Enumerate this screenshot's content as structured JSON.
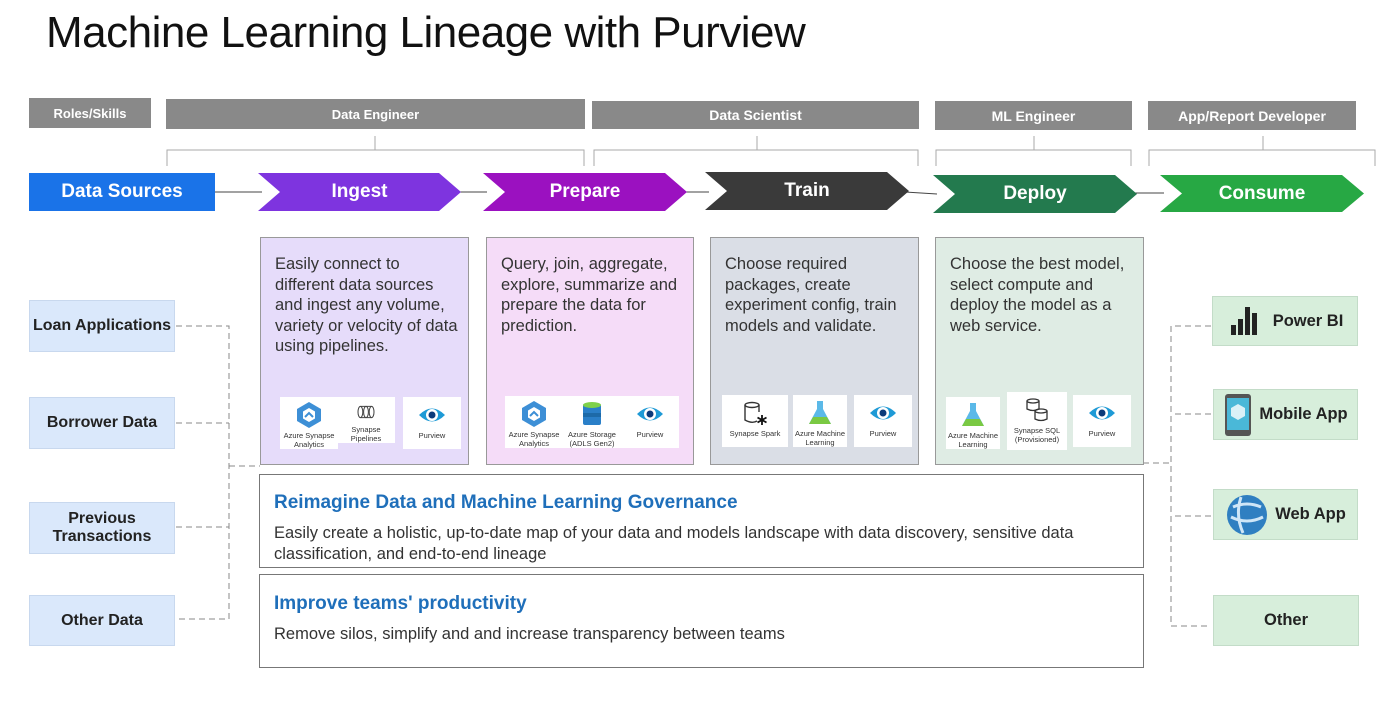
{
  "title": "Machine Learning Lineage with Purview",
  "roles": {
    "label": "Roles/Skills",
    "data_engineer": "Data Engineer",
    "data_scientist": "Data Scientist",
    "ml_engineer": "ML Engineer",
    "app_developer": "App/Report Developer"
  },
  "stages": {
    "sources": "Data Sources",
    "ingest": "Ingest",
    "prepare": "Prepare",
    "train": "Train",
    "deploy": "Deploy",
    "consume": "Consume"
  },
  "colors": {
    "sources": "#1a73e8",
    "ingest": "#7e34df",
    "prepare": "#9b11c0",
    "train": "#3a3a3a",
    "deploy": "#237a4e",
    "consume": "#27a844",
    "ingest_panel": "#e6dcfa",
    "prepare_panel": "#f5dcf8",
    "train_panel": "#dadee6",
    "deploy_panel": "#dfece4",
    "governance_title": "#1f6fba"
  },
  "panels": {
    "ingest": {
      "text": "Easily connect to different data sources and ingest any volume, variety or velocity of data using pipelines.",
      "tiles": [
        {
          "icon": "synapse-icon",
          "caption": "Azure Synapse Analytics"
        },
        {
          "icon": "pipelines-icon",
          "caption": "Synapse Pipelines"
        },
        {
          "icon": "purview-icon",
          "caption": "Purview"
        }
      ]
    },
    "prepare": {
      "text": "Query, join, aggregate, explore, summarize and prepare the data for prediction.",
      "tiles": [
        {
          "icon": "synapse-icon",
          "caption": "Azure Synapse Analytics"
        },
        {
          "icon": "storage-icon",
          "caption": "Azure Storage (ADLS Gen2)"
        },
        {
          "icon": "purview-icon",
          "caption": "Purview"
        }
      ]
    },
    "train": {
      "text": "Choose required packages, create experiment config, train models and validate.",
      "tiles": [
        {
          "icon": "spark-icon",
          "caption": "Synapse Spark"
        },
        {
          "icon": "aml-icon",
          "caption": "Azure Machine Learning"
        },
        {
          "icon": "purview-icon",
          "caption": "Purview"
        }
      ]
    },
    "deploy": {
      "text": "Choose the best model, select compute and deploy the model as a web service.",
      "tiles": [
        {
          "icon": "aml-icon",
          "caption": "Azure Machine Learning"
        },
        {
          "icon": "sql-icon",
          "caption": "Synapse SQL (Provisioned)"
        },
        {
          "icon": "purview-icon",
          "caption": "Purview"
        }
      ]
    }
  },
  "sources": [
    "Loan Applications",
    "Borrower Data",
    "Previous Transactions",
    "Other Data"
  ],
  "outputs": [
    {
      "label": "Power BI",
      "icon": "powerbi-icon"
    },
    {
      "label": "Mobile App",
      "icon": "mobile-app-icon"
    },
    {
      "label": "Web App",
      "icon": "web-app-icon"
    },
    {
      "label": "Other",
      "icon": ""
    }
  ],
  "governance": {
    "title": "Reimagine Data and Machine Learning Governance",
    "text": "Easily create a holistic, up-to-date map of your data and models landscape with data discovery, sensitive data classification, and end-to-end lineage"
  },
  "productivity": {
    "title": "Improve teams' productivity",
    "text": "Remove silos, simplify and and increase transparency between teams"
  }
}
